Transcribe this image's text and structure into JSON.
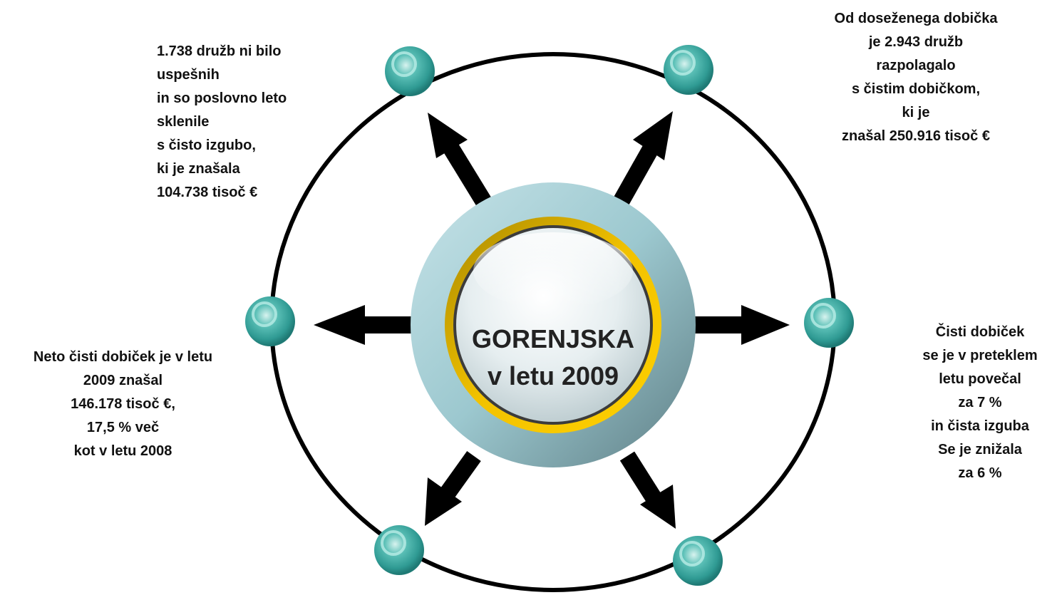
{
  "center": {
    "line1": "GORENJSKA",
    "line2": "v letu 2009"
  },
  "notes": {
    "top_left": [
      "1.738 družb ni bilo",
      "uspešnih",
      "in so poslovno leto",
      "sklenile",
      "s čisto izgubo,",
      "ki je znašala",
      "104.738 tisoč €"
    ],
    "top_right": [
      "Od doseženega dobička",
      "je 2.943 družb",
      "razpolagalo",
      "s čistim dobičkom,",
      "ki je",
      "znašal 250.916 tisoč €"
    ],
    "left": [
      "Neto čisti dobiček je v letu",
      "2009 znašal",
      "146.178 tisoč €,",
      "17,5 % več",
      "kot v letu 2008"
    ],
    "right": [
      "Čisti dobiček",
      "se je v preteklem",
      "letu povečal",
      "za 7 %",
      "in čista izguba",
      "Se je znižala",
      "za 6 %"
    ]
  },
  "colors": {
    "node_teal": "#3aa7a0",
    "ring_gold": "#e0b000",
    "outer_ring": "#a9ccd2",
    "arrow": "#000000"
  }
}
